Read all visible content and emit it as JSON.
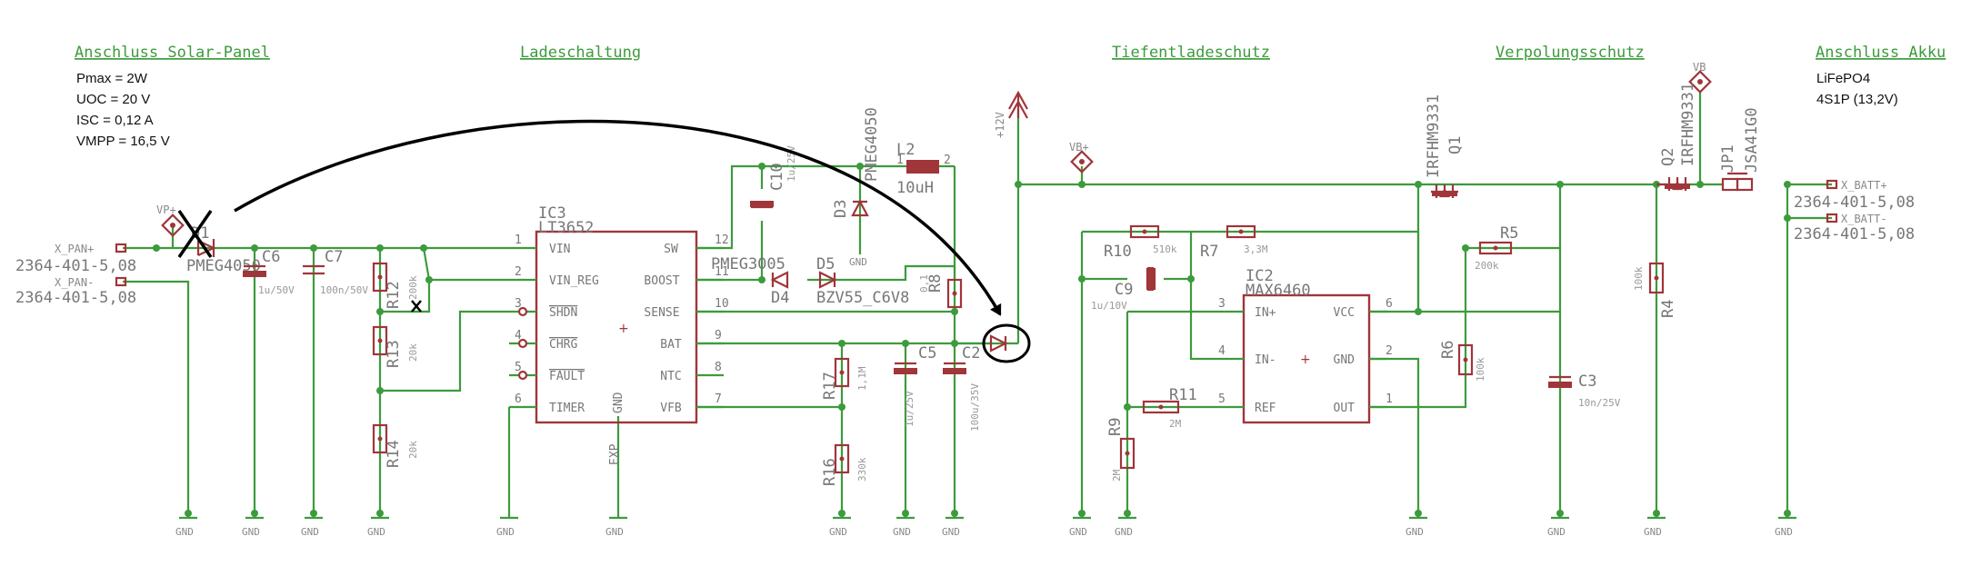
{
  "titles": {
    "solar": "Anschluss Solar-Panel",
    "charge": "Ladeschaltung",
    "deep": "Tiefentladeschutz",
    "polarity": "Verpolungsschutz",
    "battery": "Anschluss Akku"
  },
  "solar_specs": [
    "Pmax = 2W",
    "UOC = 20  V",
    "ISC = 0,12 A",
    "VMPP = 16,5 V"
  ],
  "battery_specs": [
    "LiFePO4",
    "4S1P (13,2V)"
  ],
  "connectors": {
    "pan_plus": "X_PAN+",
    "pan_minus": "X_PAN-",
    "pan_part": "2364-401-5,08",
    "batt_plus": "X_BATT+",
    "batt_minus": "X_BATT-",
    "batt_part": "2364-401-5,08"
  },
  "supplies": {
    "vp": "VP+",
    "vb_plus": "VB+",
    "vb": "VB",
    "v12": "+12V",
    "gnd": "GND"
  },
  "ic3": {
    "name": "IC3",
    "part": "LT3652",
    "left_pins": [
      {
        "num": "1",
        "name": "VIN"
      },
      {
        "num": "2",
        "name": "VIN_REG"
      },
      {
        "num": "3",
        "name": "SHDN"
      },
      {
        "num": "4",
        "name": "CHRG"
      },
      {
        "num": "5",
        "name": "FAULT"
      },
      {
        "num": "6",
        "name": "TIMER"
      }
    ],
    "right_pins": [
      {
        "num": "12",
        "name": "SW"
      },
      {
        "num": "11",
        "name": "BOOST"
      },
      {
        "num": "10",
        "name": "SENSE"
      },
      {
        "num": "9",
        "name": "BAT"
      },
      {
        "num": "8",
        "name": "NTC"
      },
      {
        "num": "7",
        "name": "VFB"
      }
    ],
    "gnd": "GND",
    "exp": "EXP"
  },
  "ic2": {
    "name": "IC2",
    "part": "MAX6460",
    "left_pins": [
      {
        "num": "3",
        "name": "IN+"
      },
      {
        "num": "4",
        "name": "IN-"
      },
      {
        "num": "5",
        "name": "REF"
      }
    ],
    "right_pins": [
      {
        "num": "6",
        "name": "VCC"
      },
      {
        "num": "2",
        "name": "GND"
      },
      {
        "num": "1",
        "name": "OUT"
      }
    ]
  },
  "parts": {
    "d1": "D1",
    "d1_val": "PMEG4050",
    "c6": "C6",
    "c6_val": "1u/50V",
    "c7": "C7",
    "c7_val": "100n/50V",
    "r12": "R12",
    "r12_val": "200k",
    "r13": "R13",
    "r13_val": "20k",
    "r14": "R14",
    "r14_val": "20k",
    "c10": "C10",
    "c10_val": "1u/25V",
    "d3": "D3",
    "d3_val": "PMEG4050",
    "l2": "L2",
    "l2_val": "10uH",
    "d4": "D4",
    "d4_val": "PMEG3005",
    "d5": "D5",
    "d5_val": "BZV55_C6V8",
    "r8": "R8",
    "r8_val": "0,1",
    "r17": "R17",
    "r17_val": "1,1M",
    "r16": "R16",
    "r16_val": "330k",
    "c5": "C5",
    "c5_val": "1u/25V",
    "c2": "C2",
    "c2_val": "100u/35V",
    "r10": "R10",
    "r10_val": "510k",
    "r7": "R7",
    "r7_val": "3,3M",
    "c9": "C9",
    "c9_val": "1u/10V",
    "r11": "R11",
    "r11_val": "2M",
    "r9": "R9",
    "r9_val": "2M",
    "q1": "Q1",
    "q1_val": "IRFHM9331",
    "r5": "R5",
    "r5_val": "200k",
    "r6": "R6",
    "r6_val": "100k",
    "c3": "C3",
    "c3_val": "10n/25V",
    "q2": "Q2",
    "q2_val": "IRFHM9331",
    "r4": "R4",
    "r4_val": "100k",
    "jp1": "JP1",
    "jp1_val": "JSA41G0"
  },
  "pin_nums": {
    "one": "1",
    "two": "2"
  },
  "annotations": {
    "colors": {
      "net": "#3c9b3c",
      "part": "#a0353a",
      "ink": "#000000"
    }
  }
}
